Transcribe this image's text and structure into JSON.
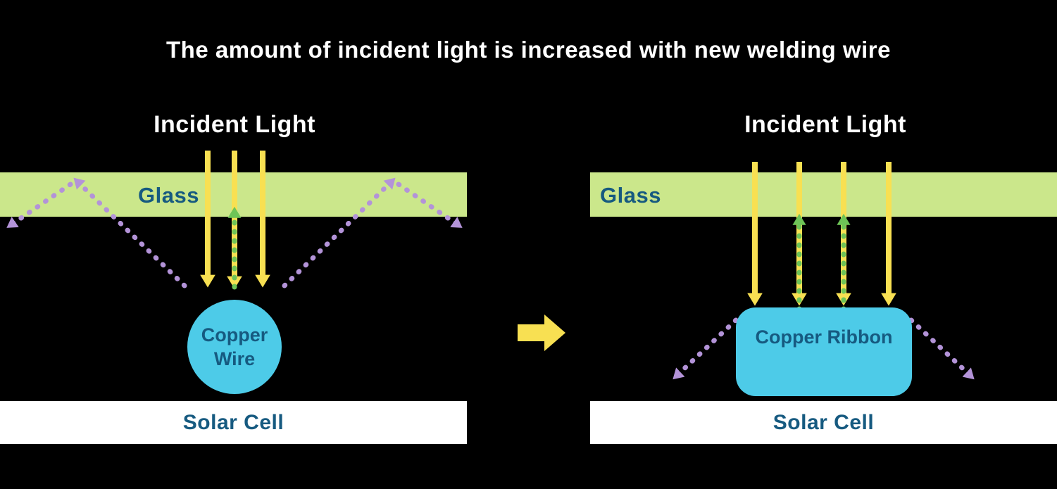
{
  "title": "The amount of incident light is increased with new welding wire",
  "left_panel": {
    "incident_light_label": "Incident Light",
    "glass_label": "Glass",
    "conductor_label": "Copper Wire",
    "solar_cell_label": "Solar Cell"
  },
  "right_panel": {
    "incident_light_label": "Incident Light",
    "glass_label": "Glass",
    "conductor_label": "Copper Ribbon",
    "solar_cell_label": "Solar Cell"
  },
  "icons": {
    "transition_arrow": "right-block-arrow",
    "incident_ray": "down-arrow-solid-yellow",
    "returned_ray": "up-arrow-dotted-green",
    "reflected_ray": "diagonal-arrow-dotted-purple"
  },
  "colors": {
    "background": "#000000",
    "title_text": "#ffffff",
    "glass_fill": "#cbe78b",
    "incident_ray": "#f8e052",
    "returned_ray": "#6ec457",
    "reflected_ray": "#b393d8",
    "conductor_fill": "#4dcbe8",
    "diagram_text": "#165a80",
    "solar_cell_fill": "#ffffff"
  }
}
